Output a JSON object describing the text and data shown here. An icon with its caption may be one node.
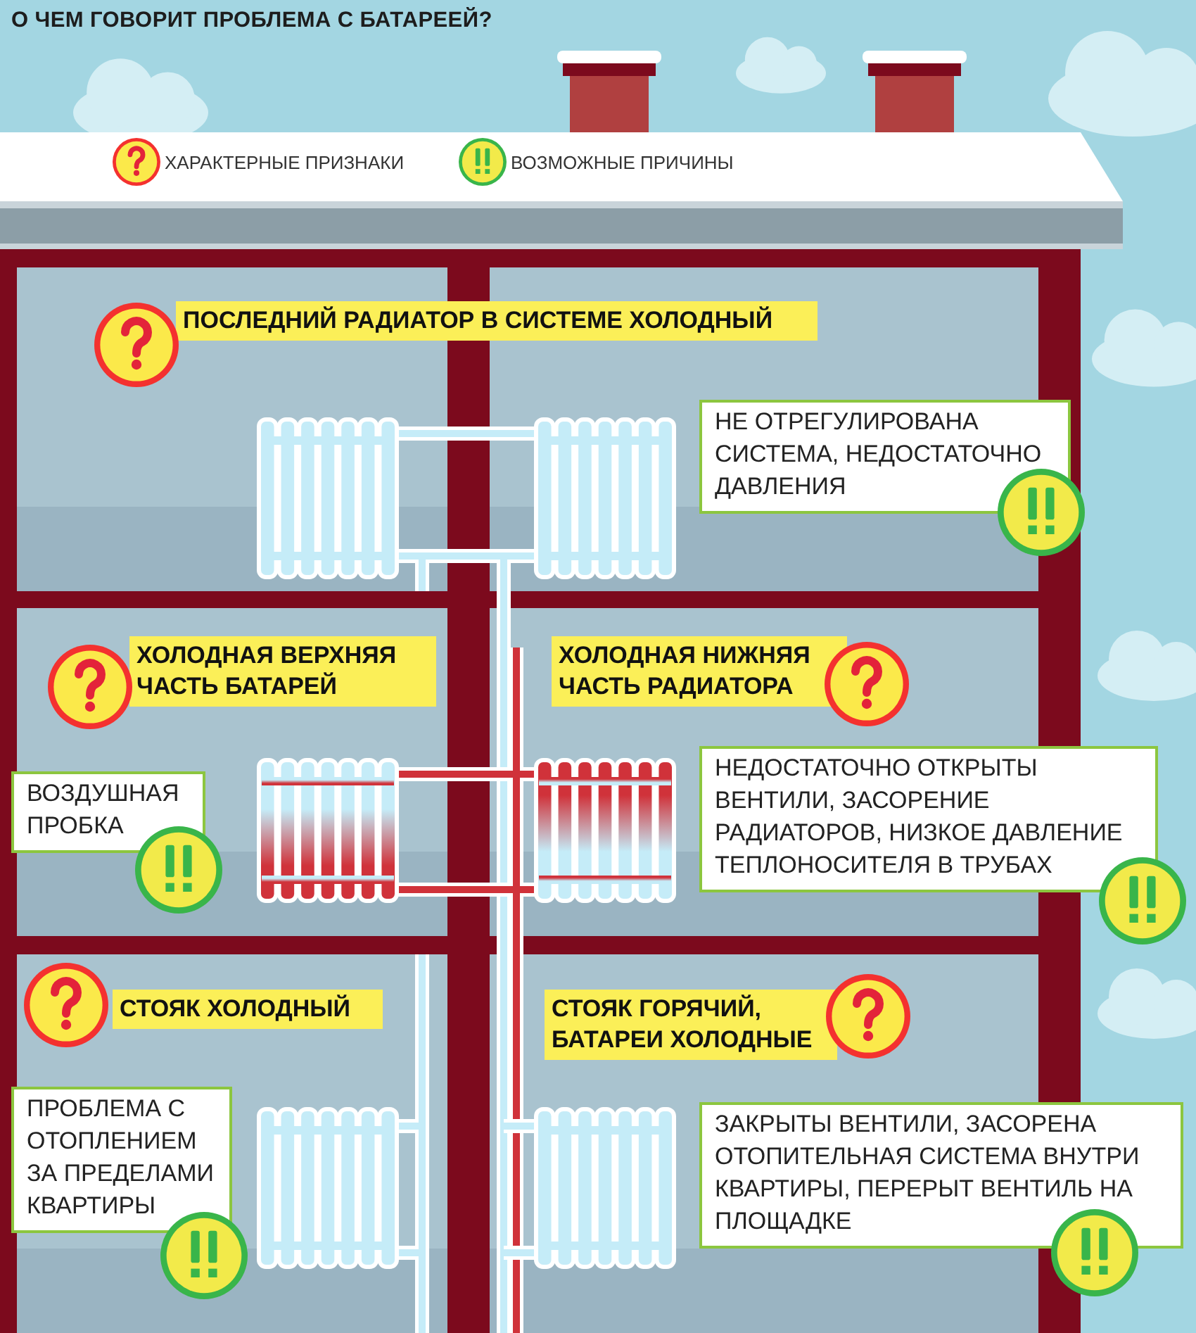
{
  "diagram": {
    "title": "О ЧЕМ ГОВОРИТ ПРОБЛЕМА С БАТАРЕЕЙ?",
    "nodes": [
      {
        "text": [
          "ПОСЛЕДНИЙ РАДИАТОР В СИСТЕМЕ ХОЛОДНЫЙ"
        ]
      },
      {
        "text": [
          "НЕ ОТРЕГУЛИРОВАНА СИСТЕМА, НЕДОСТАТОЧНО ДАВЛЕНИЯ"
        ]
      },
      {
        "text": [
          "ХОЛОДНАЯ ВЕРХНЯЯ ЧАСТЬ БАТАРЕЙ"
        ]
      },
      {
        "text": [
          "ХОЛОДНАЯ НИЖНЯЯ ЧАСТЬ РАДИАТОРА"
        ]
      },
      {
        "text": [
          "ВОЗДУШНАЯ ПРОБКА"
        ]
      },
      {
        "text": [
          "НЕДОСТАТОЧНО ОТКРЫТЫ ВЕНТИЛИ, ЗАСОРЕНИЕ РАДИАТОРОВ, НИЗКОЕ ДАВЛЕНИЕ ТЕПЛОНОСИТЕЛЯ В ТРУБАХ"
        ]
      },
      {
        "text": [
          "СТОЯК ХОЛОДНЫЙ"
        ]
      },
      {
        "text": [
          "СТОЯК ГОРЯЧИЙ, БАТАРЕИ ХОЛОДНЫЕ"
        ]
      },
      {
        "text": [
          "ПРОБЛЕМА С ОТОПЛЕНИЕМ ЗА ПРЕДЕЛАМИ КВАРТИРЫ"
        ]
      },
      {
        "text": [
          "ЗАКРЫТЫ ВЕНТИЛИ, ЗАСОРЕНА ОТОПИТЕЛЬНАЯ СИСТЕМА ВНУТРИ КВАРТИРЫ, ПЕРЕРЫТ ВЕНТИЛЬ НА ПЛОЩАДКЕ"
        ]
      }
    ],
    "legend": [
      {
        "text": "ХАРАКТЕРНЫЕ ПРИЗНАКИ"
      },
      {
        "text": "ВОЗМОЖНЫЕ ПРИЧИНЫ"
      }
    ]
  }
}
